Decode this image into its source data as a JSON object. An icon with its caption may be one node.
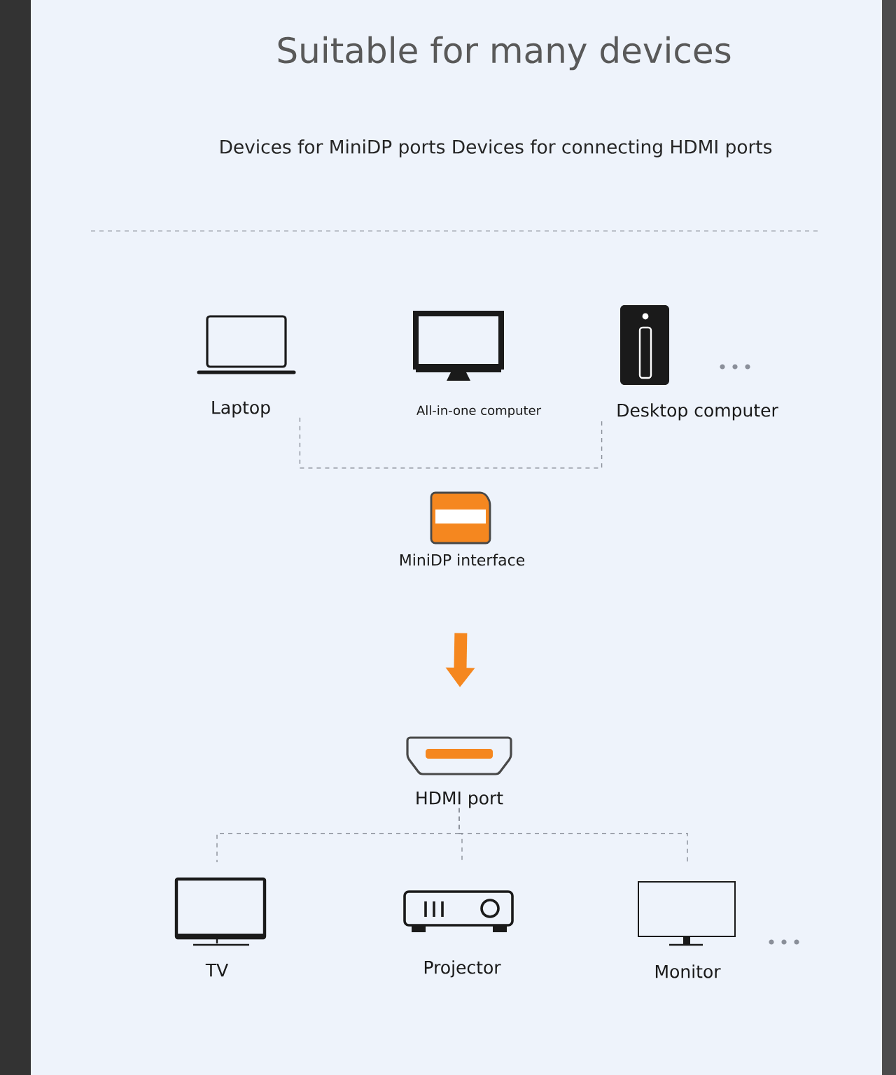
{
  "diagram": {
    "title": "Suitable for many devices",
    "nodes": [
      {
        "text": [
          "Laptop"
        ]
      },
      {
        "text": [
          "All-in-one computer"
        ]
      },
      {
        "text": [
          "Desktop computer"
        ]
      },
      {
        "text": [
          "MiniDP interface"
        ]
      },
      {
        "text": [
          "HDMI port"
        ]
      },
      {
        "text": [
          "TV"
        ]
      },
      {
        "text": [
          "Projector"
        ]
      },
      {
        "text": [
          "Monitor"
        ]
      }
    ],
    "edges": [
      {
        "from": 0,
        "to": 2,
        "arrow": "none",
        "style": "dashed"
      },
      {
        "from": 3,
        "to": 4,
        "arrow": "to",
        "style": "thick",
        "color": "#f5871f"
      },
      {
        "from": 4,
        "to": 5,
        "arrow": "none",
        "style": "dashed"
      },
      {
        "from": 4,
        "to": 6,
        "arrow": "none",
        "style": "dashed"
      },
      {
        "from": 4,
        "to": 7,
        "arrow": "none",
        "style": "dashed"
      }
    ],
    "labels": [
      "Devices for MiniDP ports Devices for connecting HDMI ports"
    ]
  }
}
